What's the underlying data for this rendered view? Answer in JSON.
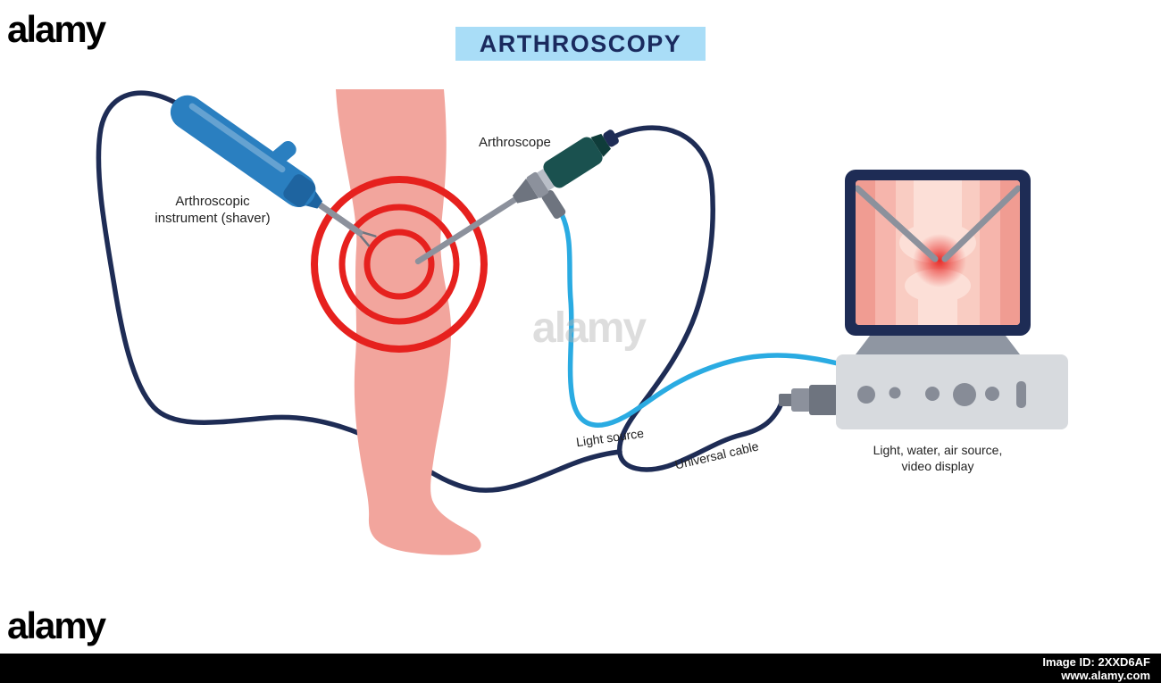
{
  "title": "ARTHROSCOPY",
  "labels": {
    "instrument_line1": "Arthroscopic",
    "instrument_line2": "instrument (shaver)",
    "arthroscope": "Arthroscope",
    "light_source": "Light source",
    "universal_cable": "Universal cable",
    "equipment_line1": "Light, water, air source,",
    "equipment_line2": "video display"
  },
  "watermarks": {
    "brand_top_left": "alamy",
    "brand_bottom_left": "alamy",
    "brand_center": "alamy",
    "image_id": "Image ID: 2XXD6AF",
    "website": "www.alamy.com"
  },
  "colors": {
    "title_bg": "#a9ddf7",
    "title_text": "#1a2a5e",
    "skin": "#f2a59d",
    "target_red": "#e6211e",
    "cable_navy": "#1e2c55",
    "light_cable_blue": "#2aabe2",
    "instrument_blue": "#2a7fc0",
    "instrument_blue_dark": "#1e64a0",
    "scope_teal": "#1a514f",
    "scope_teal_dark": "#0f3c3a",
    "metal_gray": "#8c919c",
    "metal_dark": "#6e747f",
    "metal_light": "#b9bec7",
    "equipment_gray": "#d7dade",
    "stand_gray": "#8f96a2",
    "knob_gray": "#878c97",
    "screen_pink": "#f6b5ac",
    "screen_pink_light": "#f9ccc2",
    "screen_pink_dark": "#f09c92",
    "bone_light": "#fcdfd7",
    "label_text": "#222222",
    "watermark_gray": "#b5b5b5",
    "footer_bg": "#000000",
    "footer_text": "#ffffff"
  }
}
